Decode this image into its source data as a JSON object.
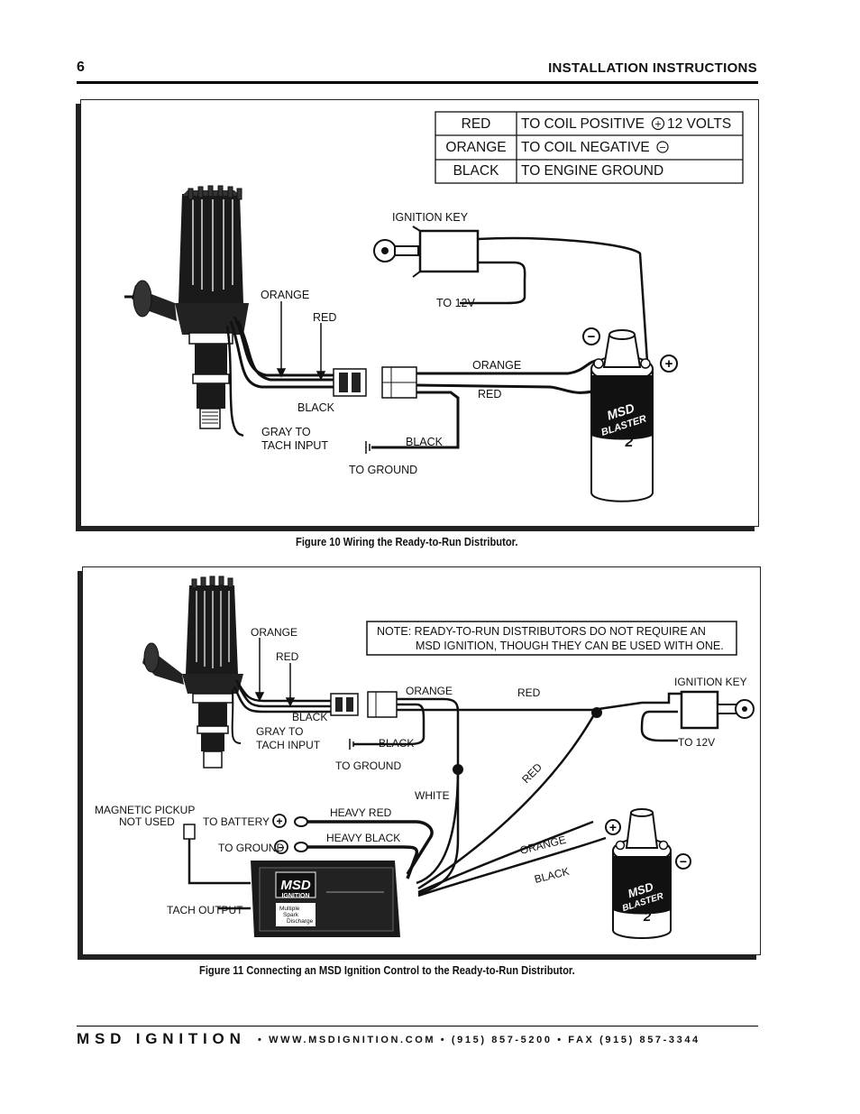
{
  "header": {
    "page_number": "6",
    "title": "INSTALLATION INSTRUCTIONS"
  },
  "figure10": {
    "caption": "Figure 10 Wiring the Ready-to-Run Distributor.",
    "table": [
      {
        "color": "RED",
        "destination": "TO COIL POSITIVE",
        "symbol": "+",
        "extra": "12 VOLTS"
      },
      {
        "color": "ORANGE",
        "destination": "TO COIL NEGATIVE",
        "symbol": "−",
        "extra": ""
      },
      {
        "color": "BLACK",
        "destination": "TO ENGINE GROUND",
        "symbol": "",
        "extra": ""
      }
    ],
    "labels": {
      "ignition_key": "IGNITION KEY",
      "to_12v": "TO 12V",
      "orange_left": "ORANGE",
      "red_left": "RED",
      "black_left": "BLACK",
      "gray_to": "GRAY TO",
      "tach_input": "TACH INPUT",
      "orange_right": "ORANGE",
      "red_right": "RED",
      "black_ground": "BLACK",
      "to_ground": "TO GROUND",
      "coil_brand": "MSD",
      "coil_model": "BLASTER",
      "coil_number": "2",
      "minus": "−",
      "plus": "+"
    }
  },
  "figure11": {
    "caption": "Figure 11 Connecting an MSD Ignition Control to the Ready-to-Run Distributor.",
    "note_line1": "NOTE: READY-TO-RUN DISTRIBUTORS DO NOT REQUIRE AN",
    "note_line2": "MSD IGNITION, THOUGH THEY CAN BE USED WITH ONE.",
    "labels": {
      "orange": "ORANGE",
      "red": "RED",
      "black": "BLACK",
      "gray_to": "GRAY TO",
      "tach_input": "TACH INPUT",
      "orange_mid": "ORANGE",
      "red_top": "RED",
      "ignition_key": "IGNITION KEY",
      "to_12v": "TO 12V",
      "black_ground": "BLACK",
      "to_ground": "TO GROUND",
      "white": "WHITE",
      "red_diag": "RED",
      "magnetic_pickup": "MAGNETIC PICKUP",
      "not_used": "NOT USED",
      "to_battery": "TO BATTERY",
      "heavy_red": "HEAVY RED",
      "to_ground_box": "TO GROUND",
      "heavy_black": "HEAVY BLACK",
      "orange_coil": "ORANGE",
      "black_coil": "BLACK",
      "tach_output": "TACH OUTPUT",
      "box_brand": "MSD",
      "box_sub": "IGNITION",
      "box_line1": "Multiple",
      "box_line2": "Spark",
      "box_line3": "Discharge",
      "coil_brand": "MSD",
      "coil_model": "BLASTER",
      "coil_number": "2",
      "minus": "−",
      "plus": "+"
    }
  },
  "footer": {
    "brand": "MSD IGNITION",
    "contact": "• WWW.MSDIGNITION.COM • (915) 857-5200 • FAX (915) 857-3344"
  }
}
